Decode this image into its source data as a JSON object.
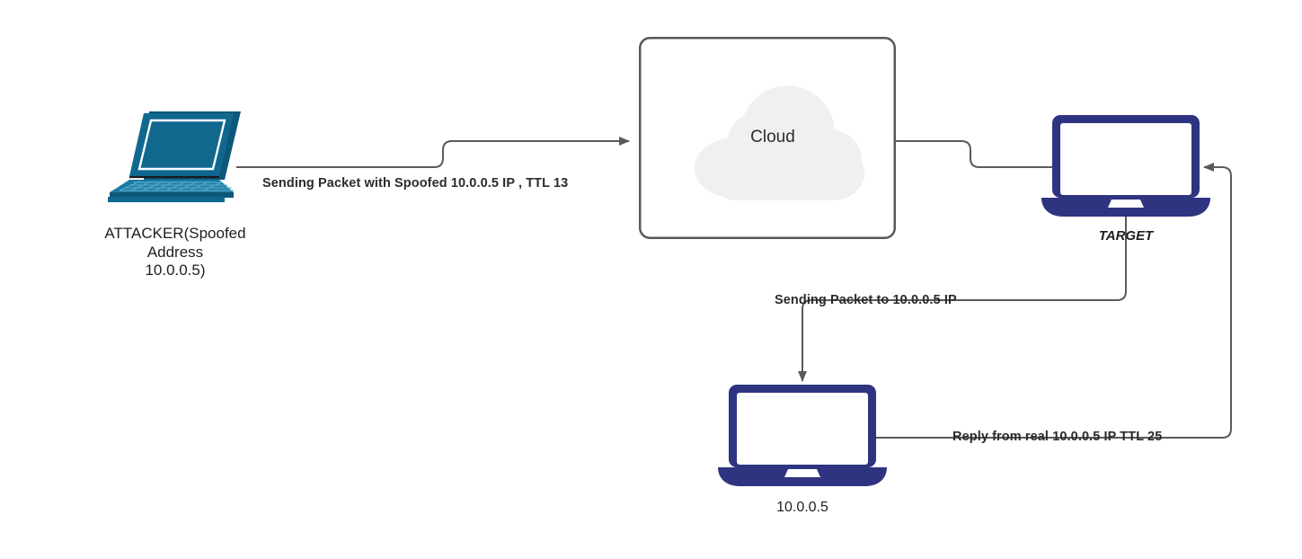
{
  "diagram": {
    "title": "IP Spoofing / Idle Scan Packet Flow",
    "background": "#ffffff",
    "colors": {
      "attacker_device": "#10688f",
      "attacker_device_dark": "#0c587a",
      "navy_device": "#2e3480",
      "wire": "#5a5a5a",
      "cloud_fill": "#f0f0f0",
      "box_stroke": "#585858",
      "text": "#1f1f1f",
      "label_text": "#2b2b2b"
    }
  },
  "nodes": {
    "attacker": {
      "icon": "laptop-icon",
      "caption": "ATTACKER(Spoofed\nAddress\n10.0.0.5)",
      "caption_lines": [
        "ATTACKER(Spoofed",
        "Address",
        "10.0.0.5)"
      ]
    },
    "cloud": {
      "icon": "cloud-icon",
      "label": "Cloud",
      "container": "rounded-rectangle"
    },
    "target": {
      "icon": "laptop-icon",
      "caption": "TARGET"
    },
    "victim": {
      "icon": "laptop-icon",
      "caption": "10.0.0.5"
    }
  },
  "edges": [
    {
      "id": "attacker-to-cloud",
      "label": "Sending Packet with Spoofed 10.0.0.5 IP , TTL 13",
      "from": "attacker",
      "to": "cloud",
      "arrow": true
    },
    {
      "id": "cloud-to-target",
      "label": "",
      "from": "cloud",
      "to": "target",
      "arrow": false
    },
    {
      "id": "target-to-victim",
      "label": "Sending Packet to 10.0.0.5 IP",
      "from": "target",
      "to": "victim",
      "arrow": true
    },
    {
      "id": "victim-to-target",
      "label": "Reply from real 10.0.0.5 IP TTL 25",
      "from": "victim",
      "to": "target",
      "arrow": true
    }
  ]
}
